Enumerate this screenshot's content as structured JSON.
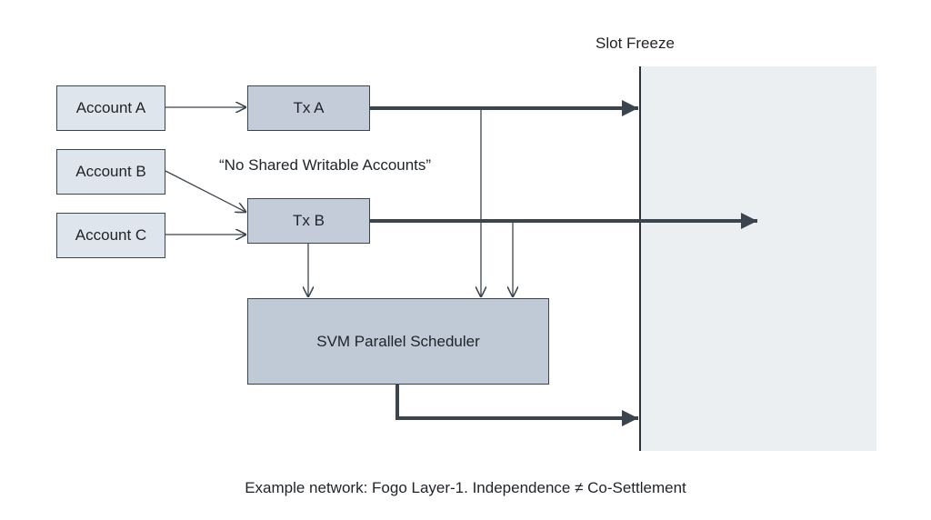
{
  "diagram": {
    "freeze_label": "Slot Freeze",
    "annotation": "“No Shared Writable Accounts”",
    "caption": "Example network: Fogo Layer-1. Independence ≠ Co-Settlement",
    "accounts": [
      {
        "label": "Account A"
      },
      {
        "label": "Account B"
      },
      {
        "label": "Account C"
      }
    ],
    "transactions": [
      {
        "label": "Tx A"
      },
      {
        "label": "Tx B"
      }
    ],
    "scheduler": {
      "label": "SVM Parallel Scheduler"
    },
    "edges": [
      {
        "from": "Account A",
        "to": "Tx A"
      },
      {
        "from": "Account B",
        "to": "Tx B"
      },
      {
        "from": "Account C",
        "to": "Tx B"
      },
      {
        "from": "Tx A",
        "to": "Slot Freeze"
      },
      {
        "from": "Tx B",
        "to": "beyond Slot Freeze"
      },
      {
        "from": "Tx B",
        "to": "SVM Parallel Scheduler"
      },
      {
        "from": "Tx A",
        "to": "SVM Parallel Scheduler"
      },
      {
        "from": "Tx B",
        "to": "SVM Parallel Scheduler"
      },
      {
        "from": "SVM Parallel Scheduler",
        "to": "Slot Freeze"
      }
    ],
    "colors": {
      "account_fill": "#dfe5ec",
      "tx_fill": "#c3ccd8",
      "scheduler_fill": "#c0cad7",
      "line": "#3c444d",
      "panel": "#eceff2"
    }
  }
}
